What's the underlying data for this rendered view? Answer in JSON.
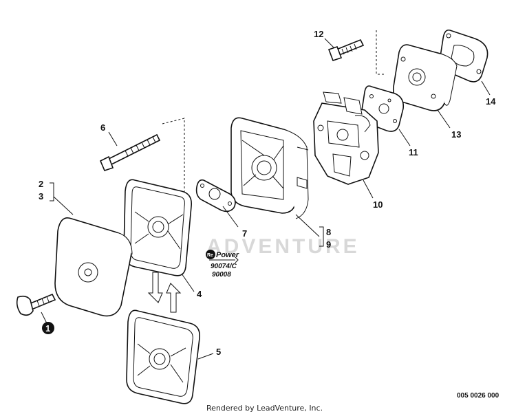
{
  "callouts": {
    "c1": "1",
    "c2": "2",
    "c3": "3",
    "c4": "4",
    "c5": "5",
    "c6": "6",
    "c7": "7",
    "c8": "8",
    "c9": "9",
    "c10": "10",
    "c11": "11",
    "c12": "12",
    "c13": "13",
    "c14": "14"
  },
  "repower": {
    "logo_re": "Re",
    "logo_power": "Power",
    "part_a": "90074/C",
    "part_b": "90008"
  },
  "watermark": "ADVENTURE",
  "footer": "Rendered by LeadVenture, Inc.",
  "drawing_number": "005 0026 000"
}
